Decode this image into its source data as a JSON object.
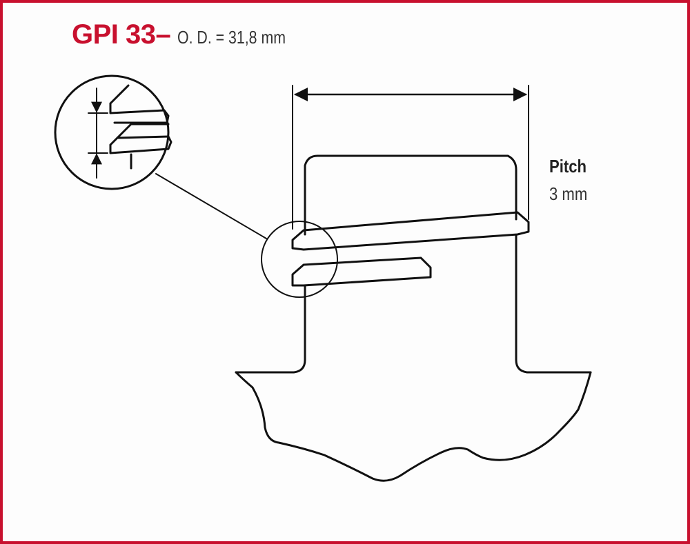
{
  "header": {
    "title": "GPI 33–",
    "subtitle": "O. D. = 31,8 mm"
  },
  "pitch": {
    "label": "Pitch",
    "value": "3 mm"
  },
  "colors": {
    "frame": "#c8102e",
    "title": "#c8102e",
    "line": "#111111"
  }
}
